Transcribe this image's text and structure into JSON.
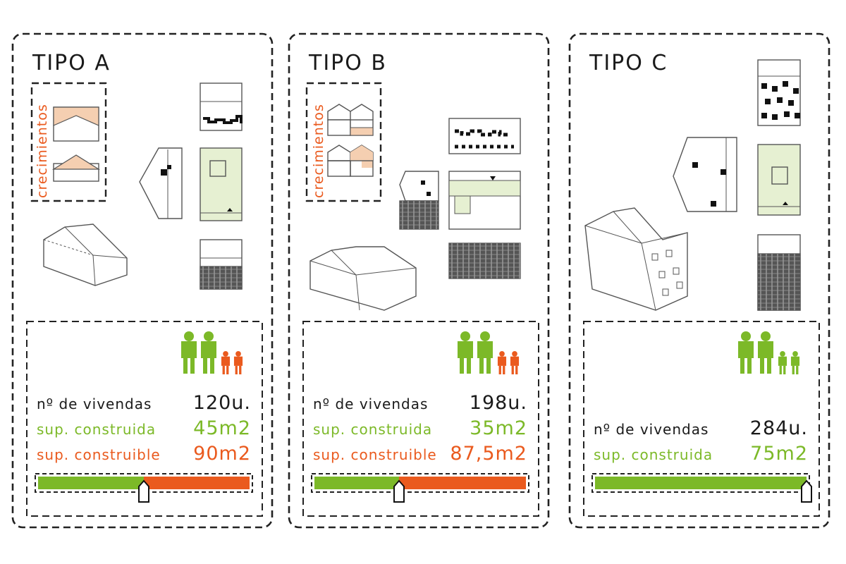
{
  "colors": {
    "green": "#7cb928",
    "orange": "#ea5a1e",
    "peach": "#f5cfb1",
    "lightgreen": "#e6f0d2",
    "ink": "#1a1a1a"
  },
  "growth_label": "crecimientos",
  "panels": [
    {
      "title": "TIPO A",
      "rows": [
        {
          "label": "nº de vivendas",
          "value": "120u.",
          "color": "ink"
        },
        {
          "label": "sup. construida",
          "value": "45m2",
          "color": "green"
        },
        {
          "label": "sup. construible",
          "value": "90m2",
          "color": "orange"
        }
      ],
      "built_fraction": 0.5,
      "kids_color": "orange"
    },
    {
      "title": "TIPO B",
      "rows": [
        {
          "label": "nº de vivendas",
          "value": "198u.",
          "color": "ink"
        },
        {
          "label": "sup. construida",
          "value": "35m2",
          "color": "green"
        },
        {
          "label": "sup. construible",
          "value": "87,5m2",
          "color": "orange"
        }
      ],
      "built_fraction": 0.4,
      "kids_color": "orange"
    },
    {
      "title": "TIPO C",
      "rows": [
        {
          "label": "nº de vivendas",
          "value": "284u.",
          "color": "ink"
        },
        {
          "label": "sup. construida",
          "value": "75m2",
          "color": "green"
        }
      ],
      "built_fraction": 1.0,
      "kids_color": "green"
    }
  ]
}
